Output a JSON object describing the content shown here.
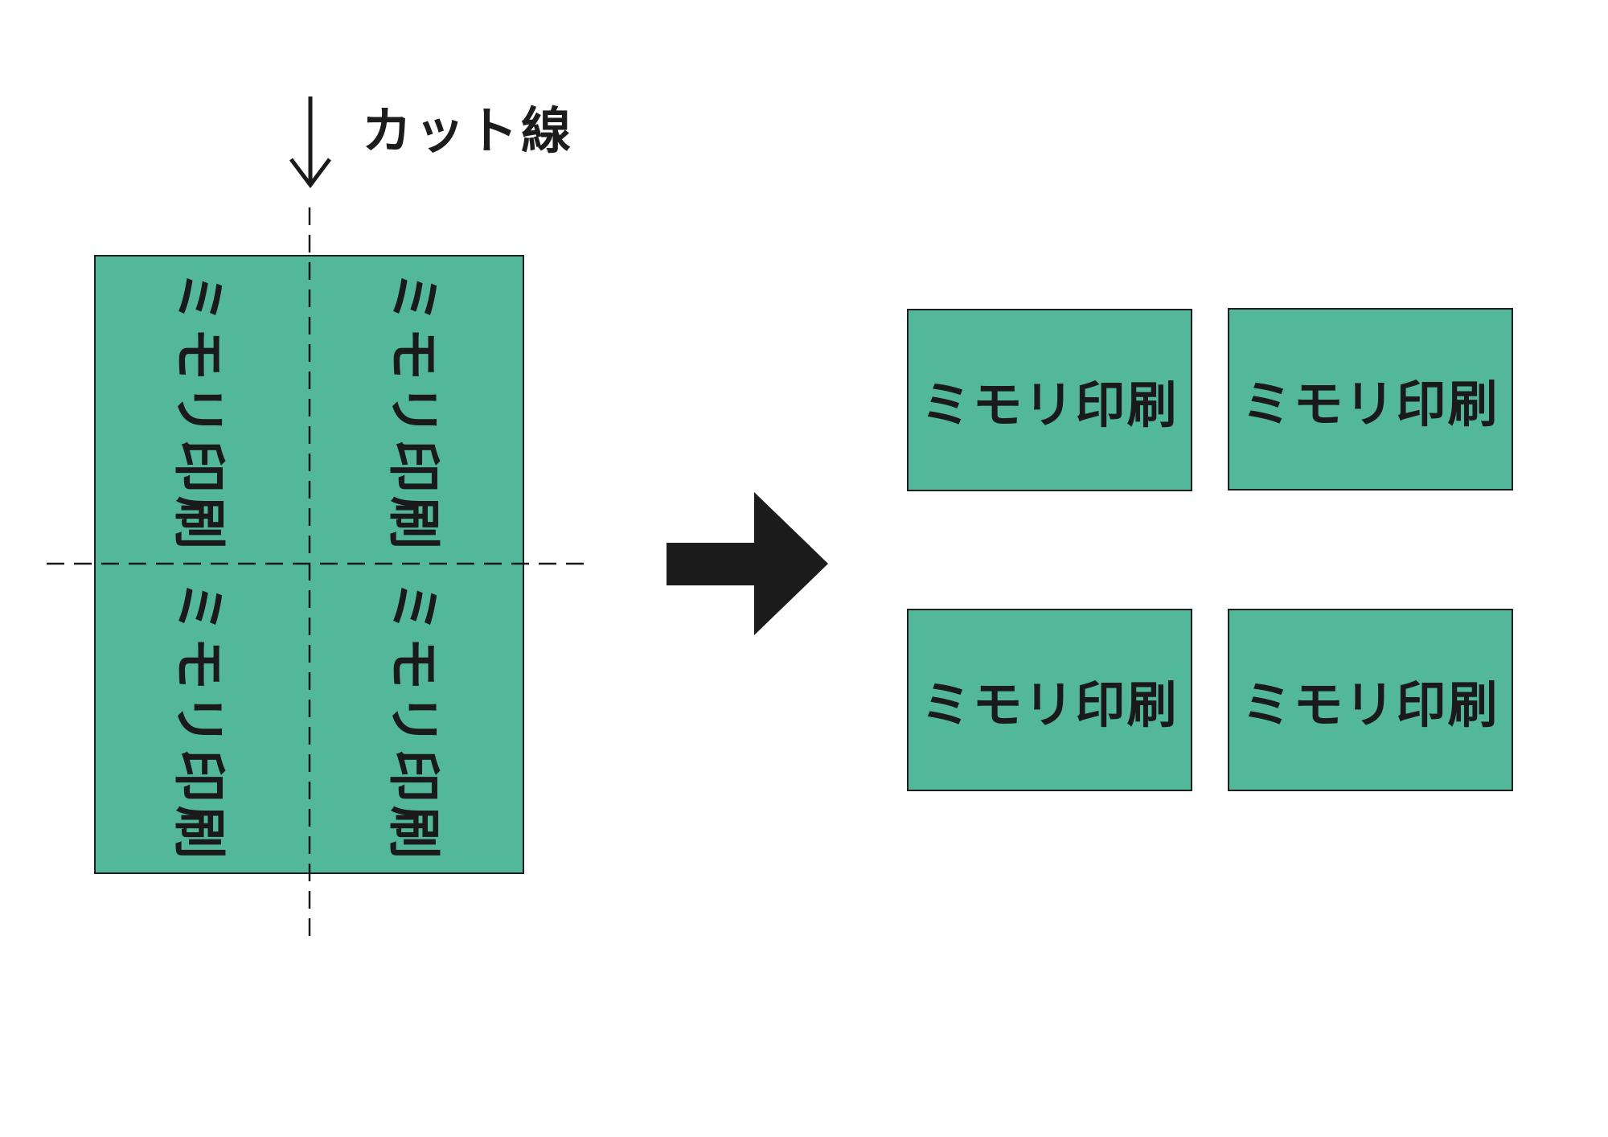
{
  "cut_label": "カット線",
  "sheet": {
    "label": "ミモリ印刷",
    "quadrants": [
      {
        "label": "ミモリ印刷"
      },
      {
        "label": "ミモリ印刷"
      },
      {
        "label": "ミモリ印刷"
      },
      {
        "label": "ミモリ印刷"
      }
    ]
  },
  "cards": [
    {
      "label": "ミモリ印刷"
    },
    {
      "label": "ミモリ印刷"
    },
    {
      "label": "ミモリ印刷"
    },
    {
      "label": "ミモリ印刷"
    }
  ],
  "colors": {
    "fill": "#52b899",
    "ink": "#1a1a1a",
    "background": "#ffffff"
  },
  "icons": {
    "cut_arrow": "down-arrow-icon",
    "flow_arrow": "right-arrow-icon"
  }
}
